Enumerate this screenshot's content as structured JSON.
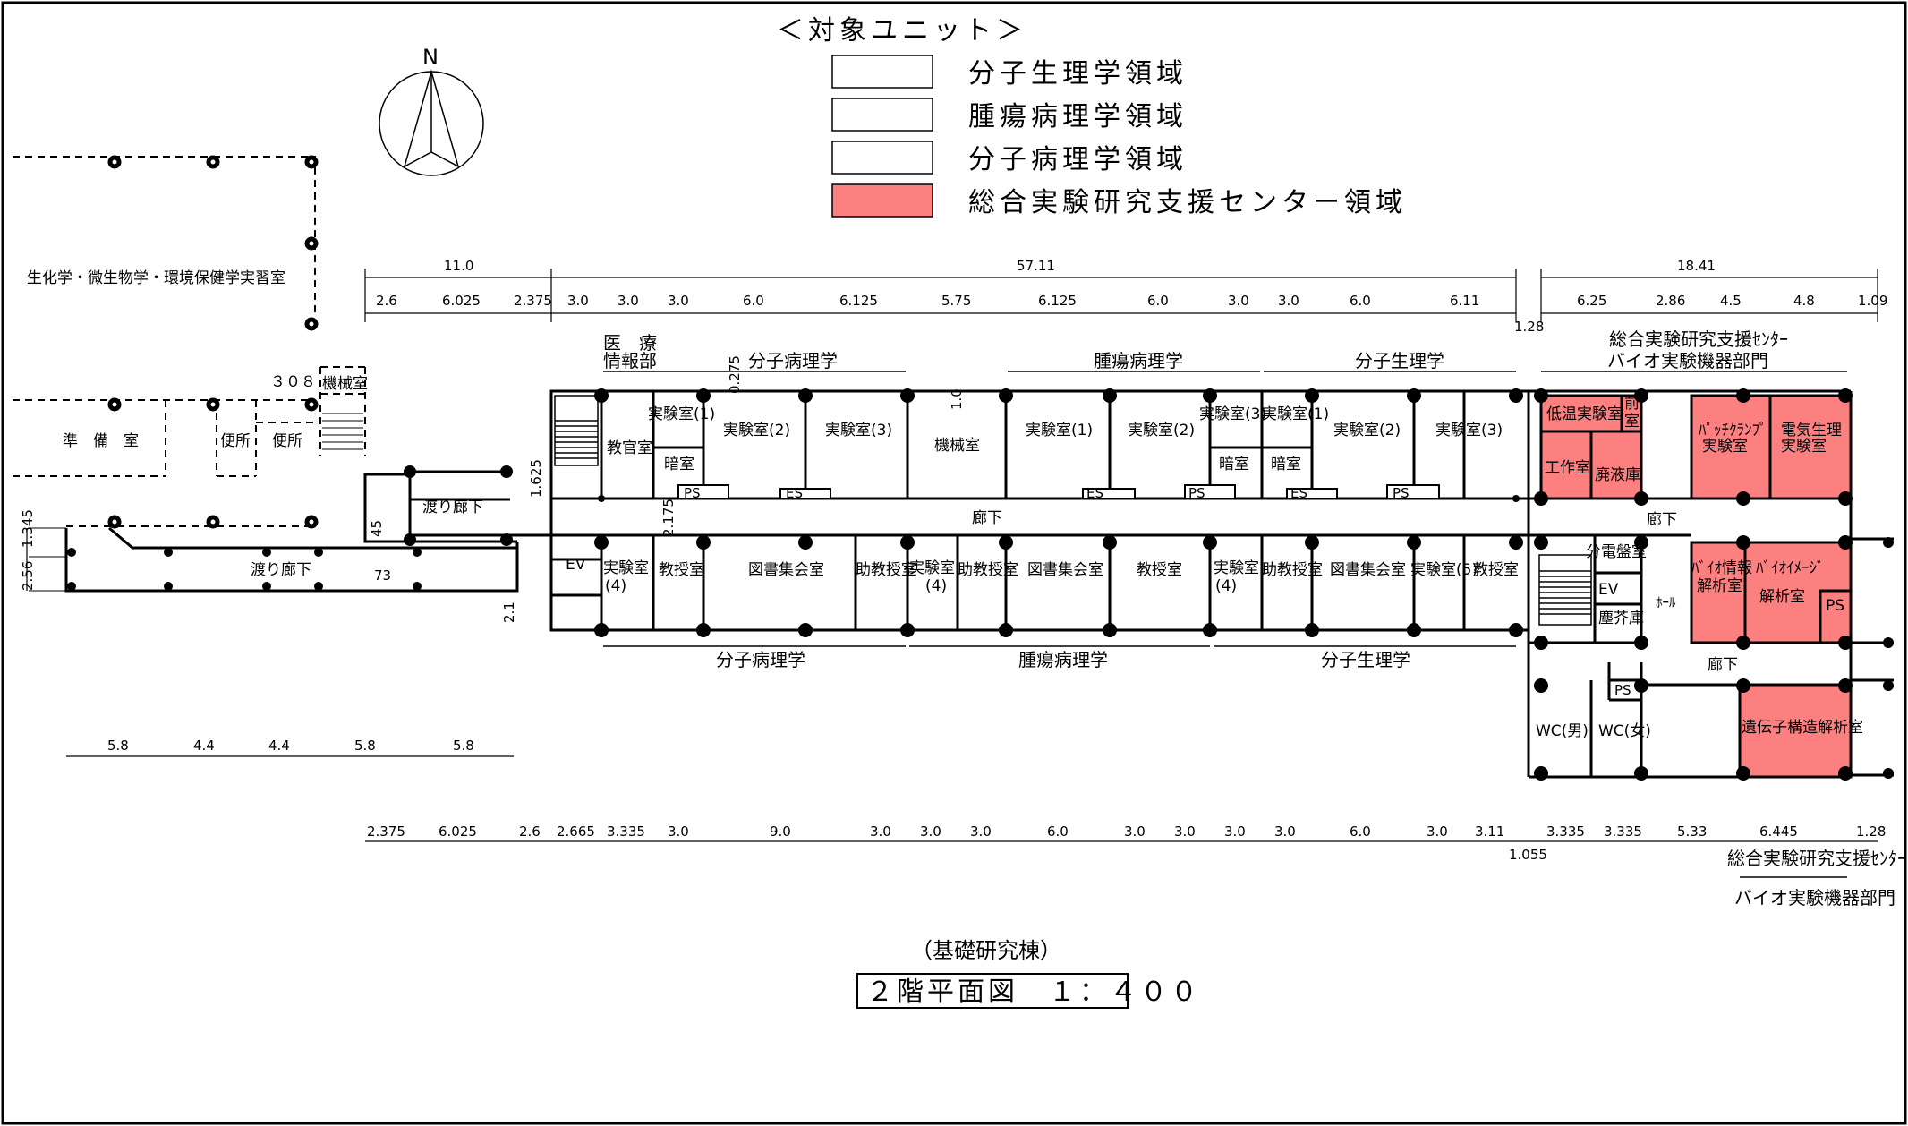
{
  "legend": {
    "title": "＜対象ユニット＞",
    "items": [
      {
        "label": "分子生理学領域",
        "color": "#ffffff"
      },
      {
        "label": "腫瘍病理学領域",
        "color": "#ffffff"
      },
      {
        "label": "分子病理学領域",
        "color": "#ffffff"
      },
      {
        "label": "総合実験研究支援センター領域",
        "color": "#fd8080"
      }
    ]
  },
  "compass": {
    "label": "N"
  },
  "caption": {
    "building": "（基礎研究棟）",
    "title": "２階平面図　１：４００"
  },
  "colors": {
    "highlight": "#fd8080",
    "line": "#000000",
    "background": "#ffffff"
  },
  "rooms": {
    "west_lab": "生化学・微生物学・環境保健学実習室",
    "room_308": "３０８",
    "machine_small": "機械室",
    "prep": "準　備　室",
    "toilet1": "便所",
    "toilet2": "便所",
    "bridge_upper": "渡り廊下",
    "bridge_lower": "渡り廊下",
    "ev_west": "EV",
    "med_info_1": "医　療",
    "med_info_2": "情報部",
    "teacher_room": "教官室",
    "lab_p1": "実験室(1)",
    "lab_p2": "実験室(2)",
    "lab_p3": "実験室(3)",
    "dark_p": "暗室",
    "ps_p": "PS",
    "es_p": "ES",
    "machine_mid": "機械室",
    "lab_t1": "実験室(1)",
    "lab_t2": "実験室(2)",
    "lab_t3": "実験室(3)",
    "dark_t": "暗室",
    "es_t": "ES",
    "ps_t": "PS",
    "lab_m1": "実験室(1)",
    "lab_m2": "実験室(2)",
    "lab_m3": "実験室(3)",
    "dark_m": "暗室",
    "es_m": "ES",
    "ps_m": "PS",
    "corridor_main": "廊下",
    "lab_p4_a": "実験室",
    "lab_p4_b": "(4)",
    "prof_p": "教授室",
    "library_p": "図書集会室",
    "assoc_p": "助教授室",
    "lab_t4_a": "実験室",
    "lab_t4_b": "(4)",
    "assoc_t": "助教授室",
    "library_t": "図書集会室",
    "prof_t": "教授室",
    "lab_m4_a": "実験室",
    "lab_m4_b": "(4)",
    "assoc_m": "助教授室",
    "library_m": "図書集会室",
    "lab_m5": "実験室(5)",
    "prof_m": "教授室",
    "low_temp": "低温実験室",
    "front_room_a": "前",
    "front_room_b": "室",
    "workshop": "工作室",
    "waste": "廃液庫",
    "patch_a": "ﾊﾟｯﾁｸﾗﾝﾌﾟ",
    "patch_b": "実験室",
    "electro_a": "電気生理",
    "electro_b": "実験室",
    "corridor_east": "廊下",
    "switchboard": "分電盤室",
    "ev_east": "EV",
    "dust": "塵芥庫",
    "hall": "ﾎｰﾙ",
    "bioinfo_a": "ﾊﾞｲｵ情報",
    "bioinfo_b": "解析室",
    "bioimage_a": "ﾊﾞｲｵｲﾒｰｼﾞ",
    "bioimage_b": "解析室",
    "ps_e1": "PS",
    "corridor_east2": "廊下",
    "ps_e2": "PS",
    "wc_m": "WC(男)",
    "wc_f": "WC(女)",
    "gene": "遺伝子構造解析室"
  },
  "sections": {
    "top_p": "分子病理学",
    "top_t": "腫瘍病理学",
    "top_m": "分子生理学",
    "top_c1": "総合実験研究支援ｾﾝﾀｰ",
    "top_c2": "バイオ実験機器部門",
    "bot_p": "分子病理学",
    "bot_t": "腫瘍病理学",
    "bot_m": "分子生理学",
    "bot_c1": "総合実験研究支援ｾﾝﾀｰ",
    "bot_c2": "バイオ実験機器部門"
  },
  "dims": {
    "top_total": [
      "11.0",
      "57.11",
      "18.41"
    ],
    "top_segments": [
      "2.6",
      "6.025",
      "2.375",
      "3.0",
      "3.0",
      "3.0",
      "6.0",
      "6.125",
      "5.75",
      "6.125",
      "6.0",
      "3.0",
      "3.0",
      "6.0",
      "6.11",
      "6.25",
      "2.86",
      "4.5",
      "4.8",
      "1.09"
    ],
    "top_extra": "1.28",
    "bottom_segments": [
      "2.375",
      "6.025",
      "2.6",
      "2.665",
      "3.335",
      "3.0",
      "9.0",
      "3.0",
      "3.0",
      "3.0",
      "6.0",
      "3.0",
      "3.0",
      "3.0",
      "3.0",
      "6.0",
      "3.0",
      "3.11",
      "3.335",
      "3.335",
      "5.33",
      "6.445",
      "1.28"
    ],
    "bottom_extra": "1.055",
    "bridge_segments": [
      "5.8",
      "4.4",
      "4.4",
      "5.8",
      "5.8"
    ],
    "left_side": [
      "1.345",
      "2.56"
    ],
    "misc": {
      "d1625": "1.625",
      "d2175": "2.175",
      "d21": "2.1",
      "d45": "45",
      "d73": "73",
      "d0275": "0.275",
      "d10": "1.0"
    }
  }
}
